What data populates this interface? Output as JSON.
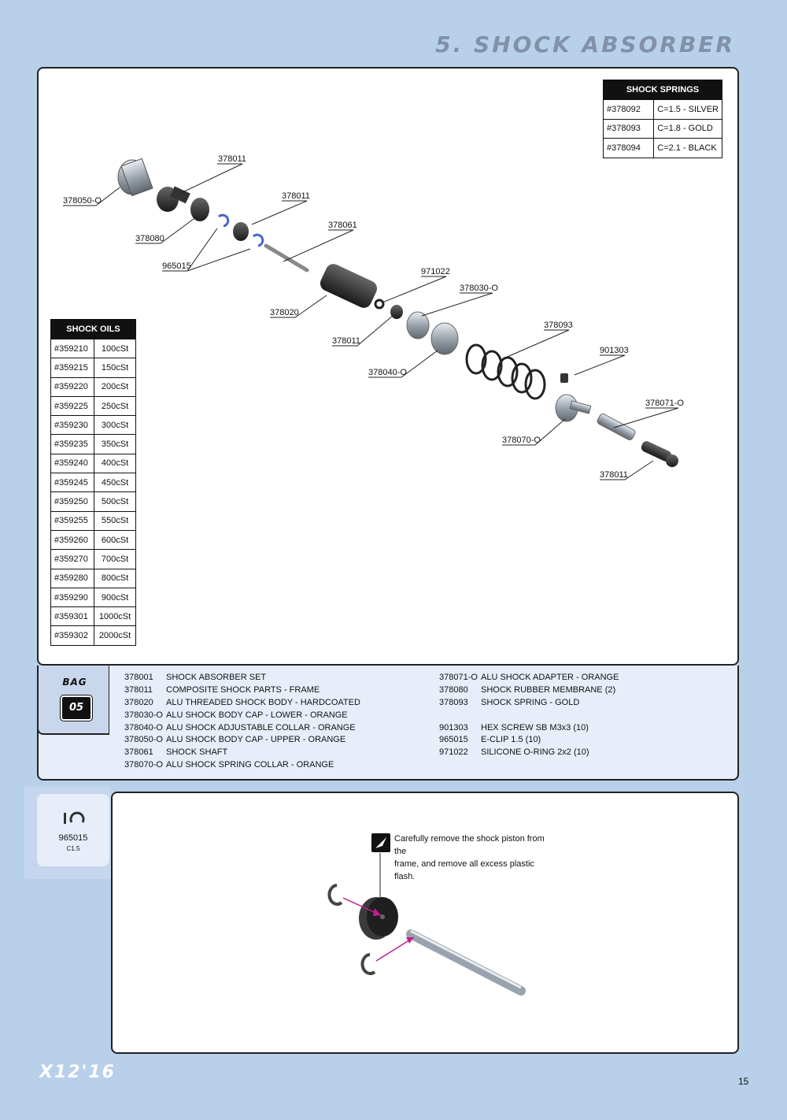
{
  "page_title": "5. SHOCK ABSORBER",
  "shock_springs": {
    "header": "SHOCK SPRINGS",
    "rows": [
      {
        "code": "#378092",
        "value": "C=1.5 - SILVER"
      },
      {
        "code": "#378093",
        "value": "C=1.8 - GOLD"
      },
      {
        "code": "#378094",
        "value": "C=2.1 - BLACK"
      }
    ]
  },
  "shock_oils": {
    "header": "SHOCK OILS",
    "rows": [
      {
        "code": "#359210",
        "value": "100cSt"
      },
      {
        "code": "#359215",
        "value": "150cSt"
      },
      {
        "code": "#359220",
        "value": "200cSt"
      },
      {
        "code": "#359225",
        "value": "250cSt"
      },
      {
        "code": "#359230",
        "value": "300cSt"
      },
      {
        "code": "#359235",
        "value": "350cSt"
      },
      {
        "code": "#359240",
        "value": "400cSt"
      },
      {
        "code": "#359245",
        "value": "450cSt"
      },
      {
        "code": "#359250",
        "value": "500cSt"
      },
      {
        "code": "#359255",
        "value": "550cSt"
      },
      {
        "code": "#359260",
        "value": "600cSt"
      },
      {
        "code": "#359270",
        "value": "700cSt"
      },
      {
        "code": "#359280",
        "value": "800cSt"
      },
      {
        "code": "#359290",
        "value": "900cSt"
      },
      {
        "code": "#359301",
        "value": "1000cSt"
      },
      {
        "code": "#359302",
        "value": "2000cSt"
      }
    ]
  },
  "diagram_labels": {
    "l378011a": "378011",
    "l378050": "378050-O",
    "l378011b": "378011",
    "l378080": "378080",
    "l378061": "378061",
    "l965015": "965015",
    "l971022": "971022",
    "l378020": "378020",
    "l378030": "378030-O",
    "l378011c": "378011",
    "l378093": "378093",
    "l378040": "378040-O",
    "l901303": "901303",
    "l378071": "378071-O",
    "l378070": "378070-O",
    "l378011d": "378011"
  },
  "bag": {
    "label": "BAG",
    "number": "05"
  },
  "parts_left": [
    {
      "code": "378001",
      "name": "SHOCK ABSORBER SET"
    },
    {
      "code": "378011",
      "name": "COMPOSITE SHOCK PARTS - FRAME"
    },
    {
      "code": "378020",
      "name": "ALU THREADED SHOCK BODY - HARDCOATED"
    },
    {
      "code": "378030-O",
      "name": "ALU SHOCK BODY CAP - LOWER - ORANGE"
    },
    {
      "code": "378040-O",
      "name": "ALU SHOCK ADJUSTABLE COLLAR - ORANGE"
    },
    {
      "code": "378050-O",
      "name": "ALU SHOCK BODY CAP - UPPER - ORANGE"
    },
    {
      "code": "378061",
      "name": "SHOCK SHAFT"
    },
    {
      "code": "378070-O",
      "name": "ALU SHOCK SPRING COLLAR - ORANGE"
    }
  ],
  "parts_right": [
    {
      "code": "378071-O",
      "name": "ALU SHOCK ADAPTER - ORANGE"
    },
    {
      "code": "378080",
      "name": "SHOCK RUBBER MEMBRANE (2)"
    },
    {
      "code": "378093",
      "name": "SHOCK SPRING - GOLD"
    },
    {
      "code": "",
      "name": ""
    },
    {
      "code": "901303",
      "name": "HEX SCREW SB M3x3  (10)"
    },
    {
      "code": "965015",
      "name": "E-CLIP 1.5  (10)"
    },
    {
      "code": "971022",
      "name": "SILICONE O-RING 2x2  (10)"
    }
  ],
  "side_part": {
    "code": "965015",
    "sub": "C1.5",
    "icon": "e-clip-icon"
  },
  "note": {
    "line1": "Carefully remove the shock piston from the",
    "line2": "frame, and remove all excess plastic flash.",
    "icon": "knife-icon"
  },
  "footer": {
    "logo": "X12'16",
    "page_number": "15"
  },
  "colors": {
    "background": "#b8d0ea",
    "strip": "#e7eefa",
    "clip_blue": "#4466cc",
    "arrow_magenta": "#c0208a"
  }
}
